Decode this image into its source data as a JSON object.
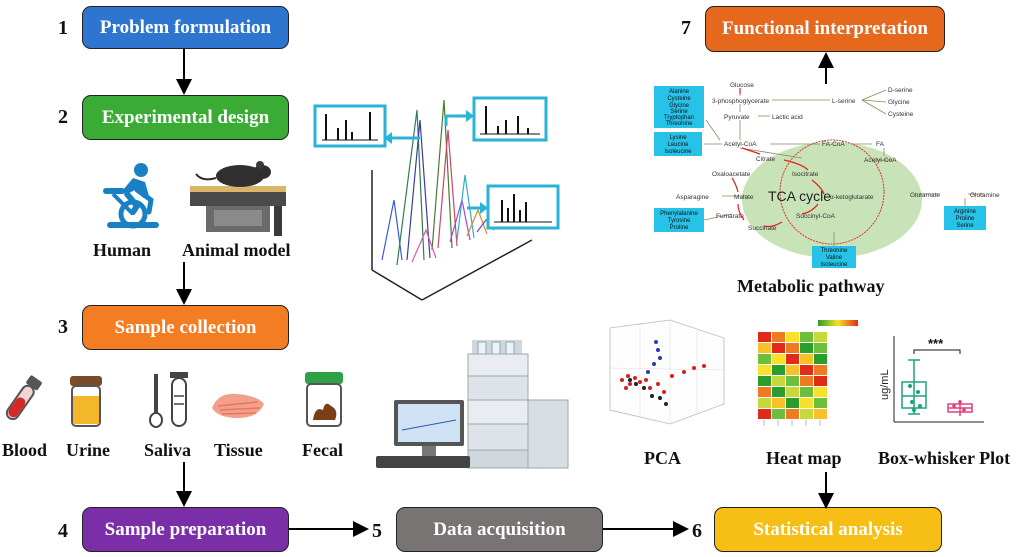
{
  "steps": [
    {
      "num": "1",
      "label": "Problem formulation",
      "color": "#2e75cf"
    },
    {
      "num": "2",
      "label": "Experimental design",
      "color": "#3aac36"
    },
    {
      "num": "3",
      "label": "Sample collection",
      "color": "#f47c22"
    },
    {
      "num": "4",
      "label": "Sample preparation",
      "color": "#7a2fa8"
    },
    {
      "num": "5",
      "label": "Data acquisition",
      "color": "#787473"
    },
    {
      "num": "6",
      "label": "Statistical analysis",
      "color": "#f7be15"
    },
    {
      "num": "7",
      "label": "Functional interpretation",
      "color": "#e5681d"
    }
  ],
  "design": {
    "human": "Human",
    "animal": "Animal model"
  },
  "samples": [
    "Blood",
    "Urine",
    "Saliva",
    "Tissue",
    "Fecal"
  ],
  "stats": {
    "pca": "PCA",
    "heatmap": "Heat map",
    "boxplot": "Box-whisker Plot",
    "significance": "***",
    "box_ylabel": "ug/mL"
  },
  "pathway": {
    "caption": "Metabolic pathway",
    "center": "TCA cycle",
    "nodes": {
      "glucose": "Glucose",
      "pg3": "3-phosphoglycerate",
      "lserine": "L-serine",
      "dserine": "D-serine",
      "glycine": "Glycine",
      "cysteine": "Cysteine",
      "pyruvate": "Pyruvate",
      "lactic": "Lactic acid",
      "acetylcoa": "Acetyl-CoA",
      "facoa": "FA-CoA",
      "fa": "FA",
      "acetylcoa2": "Acetyl-CoA",
      "citrate": "Citrate",
      "isocitrate": "Isocitrate",
      "oxaloacetate": "Oxaloacetate",
      "malate": "Malate",
      "akg": "α-ketoglutarate",
      "glutamate": "Glutamate",
      "glutamine": "Glutamine",
      "asparagine": "Asparagine",
      "fumarate": "Fumarate",
      "succinylcoa": "Succinyl-CoA",
      "succinate": "Succinate"
    },
    "boxes": {
      "aa1": [
        "Alanine",
        "Cysteine",
        "Glycine",
        "Serine",
        "Tryptophan",
        "Threonine"
      ],
      "aa2": [
        "Lysine",
        "Leucine",
        "Isoleucine"
      ],
      "aa3": [
        "Phenylalanine",
        "Tyrosine",
        "Proline"
      ],
      "aa4": [
        "Arginine",
        "Proline",
        "Serine"
      ],
      "aa5": [
        "Threonine",
        "Valine",
        "Isoleucine"
      ]
    }
  }
}
